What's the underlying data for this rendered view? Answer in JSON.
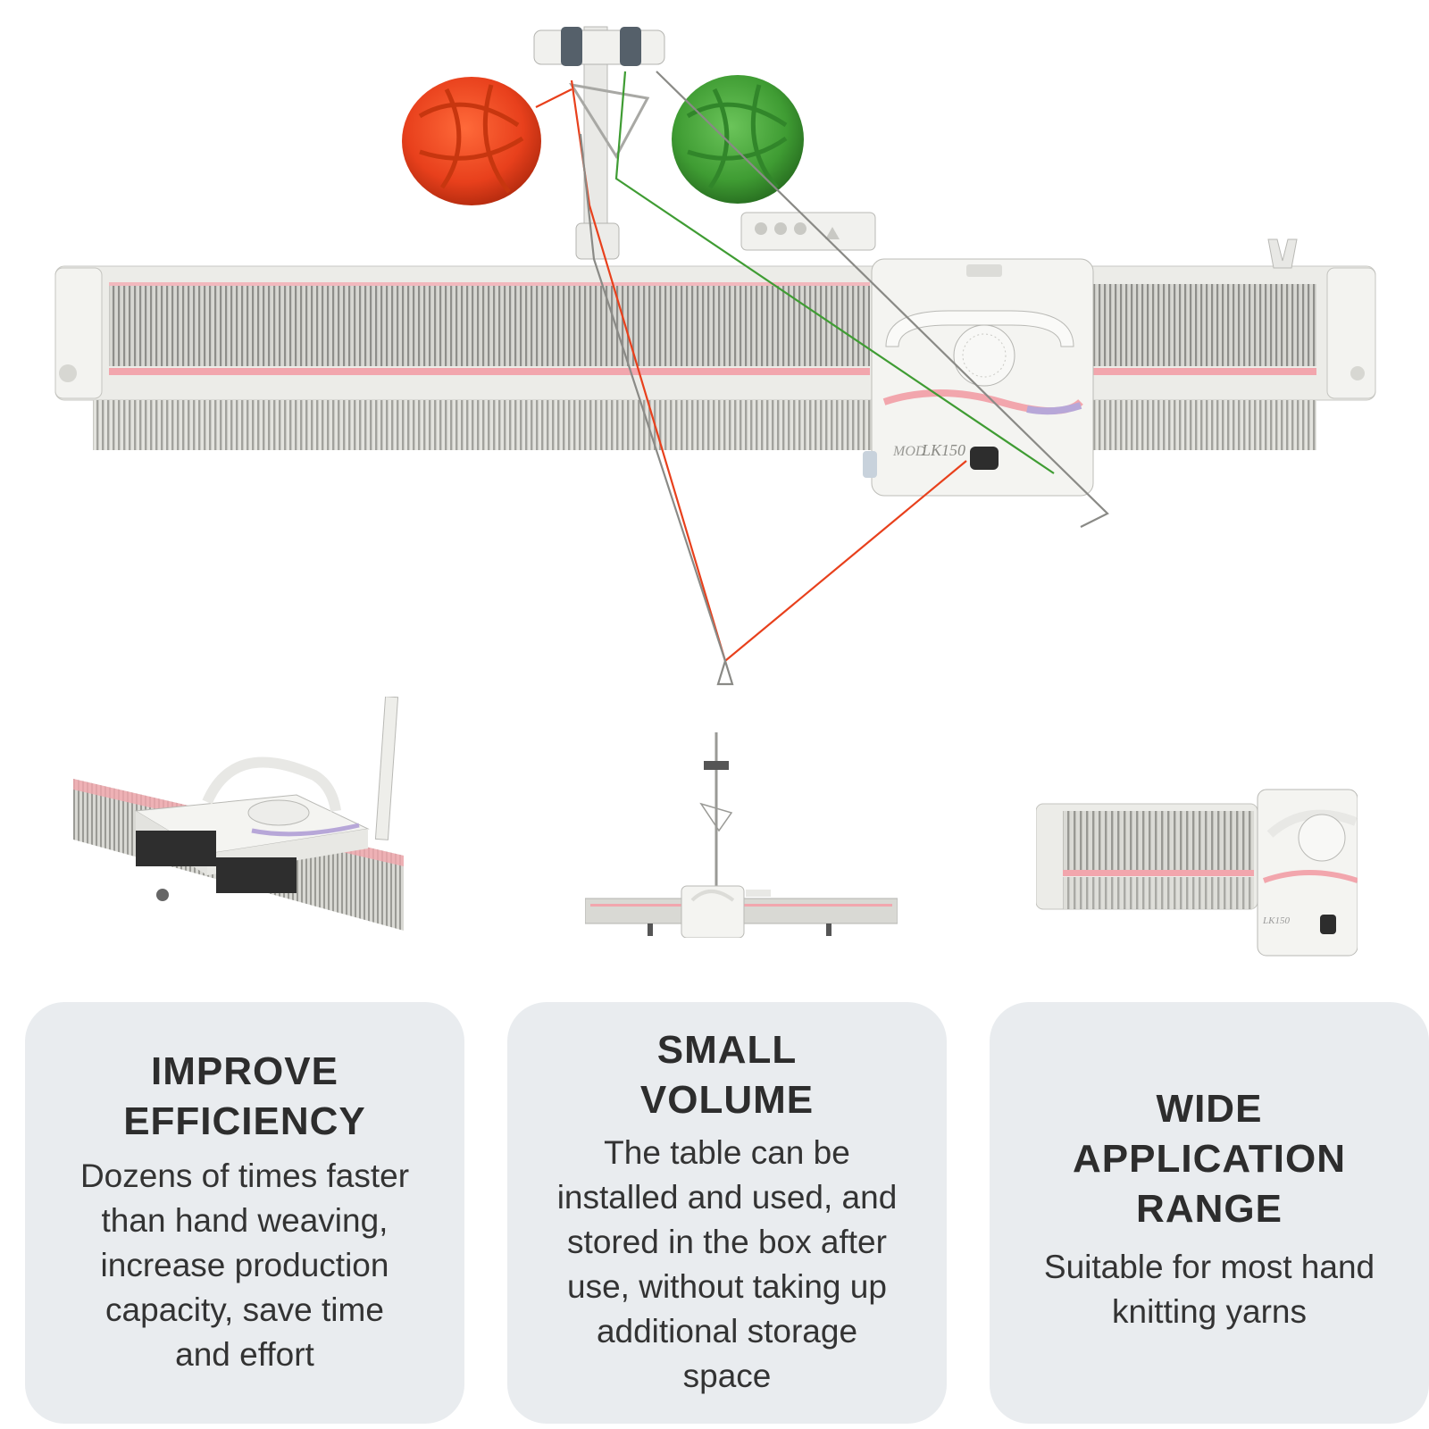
{
  "hero": {
    "model_label": "LK150",
    "yarn_colors": {
      "red": "#e8401c",
      "green": "#3f9c33"
    },
    "accent_stripe": "#f2a6ad"
  },
  "thumbnails": [
    {
      "name": "carriage-closeup"
    },
    {
      "name": "machine-with-mast"
    },
    {
      "name": "machine-end-closeup",
      "model_label": "LK150"
    }
  ],
  "features": [
    {
      "title_lines": [
        "IMPROVE",
        "EFFICIENCY"
      ],
      "body_lines": [
        "Dozens of times faster",
        "than hand weaving,",
        "increase production",
        "capacity, save time",
        "and effort"
      ]
    },
    {
      "title_lines": [
        "SMALL",
        "VOLUME"
      ],
      "body_lines": [
        "The table can be",
        "installed and used, and",
        "stored in the box after",
        "use, without taking up",
        "additional storage",
        "space"
      ]
    },
    {
      "title_lines": [
        "WIDE",
        "APPLICATION",
        "RANGE"
      ],
      "body_lines": [
        "Suitable for most hand",
        "knitting yarns"
      ]
    }
  ]
}
